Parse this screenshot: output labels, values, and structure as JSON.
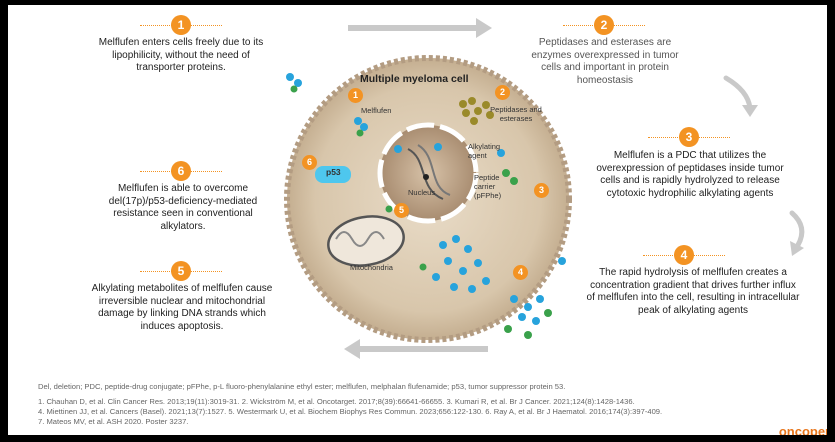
{
  "steps": [
    {
      "num": "1",
      "text": "Melflufen enters cells freely due to its lipophilicity, without the need of transporter proteins."
    },
    {
      "num": "2",
      "text": "Peptidases and esterases are enzymes overexpressed in tumor cells and important in protein homeostasis"
    },
    {
      "num": "3",
      "text": "Melflufen is a PDC that utilizes the overexpression of peptidases inside tumor cells and is rapidly hydrolyzed to release cytotoxic hydrophilic alkylating agents"
    },
    {
      "num": "4",
      "text": "The rapid hydrolysis of melflufen creates a concentration gradient that drives further influx of melflufen into the cell, resulting in intracellular peak of alkylating agents"
    },
    {
      "num": "5",
      "text": "Alkylating metabolites of melflufen cause irreversible nuclear and mitochondrial damage by linking DNA strands which induces apoptosis."
    },
    {
      "num": "6",
      "text": "Melflufen is able to overcome del(17p)/p53-deficiency-mediated resistance seen in conventional alkylators."
    }
  ],
  "cell": {
    "title": "Multiple myeloma cell",
    "melflufen": "Melflufen",
    "peptidases": "Peptidases and esterases",
    "alkylating": "Alkylating agent",
    "peptide_carrier": "Peptide carrier (pFPhe)",
    "nucleus": "Nucleus",
    "mitochondria": "Mitochondria",
    "p53": "p53"
  },
  "footer": {
    "abbrev": "Del, deletion; PDC, peptide-drug conjugate; pFPhe, p-L fluoro-phenylalanine ethyl ester; melflufen, melphalan flufenamide; p53, tumor suppressor protein 53.",
    "ref1": "1. Chauhan D, et al. Clin Cancer Res. 2013;19(11):3019-31. 2. Wickström M, et al. Oncotarget. 2017;8(39):66641-66655. 3. Kumari R, et al. Br J Cancer. 2021;124(8):1428-1436.",
    "ref2": "4. Miettinen JJ, et al. Cancers (Basel). 2021;13(7):1527. 5. Westermark U, et al. Biochem Biophys Res Commun. 2023;656:122-130. 6. Ray A, et al. Br J Haematol. 2016;174(3):397-409.",
    "ref3": "7. Mateos MV, et al. ASH 2020. Poster 3237.",
    "logo": "oncopep"
  },
  "colors": {
    "accent": "#f39323",
    "cell": "#d9c9b0",
    "membrane": "#a8907a",
    "blue": "#27a3dc",
    "green": "#3aa14b",
    "olive": "#8f8520"
  }
}
